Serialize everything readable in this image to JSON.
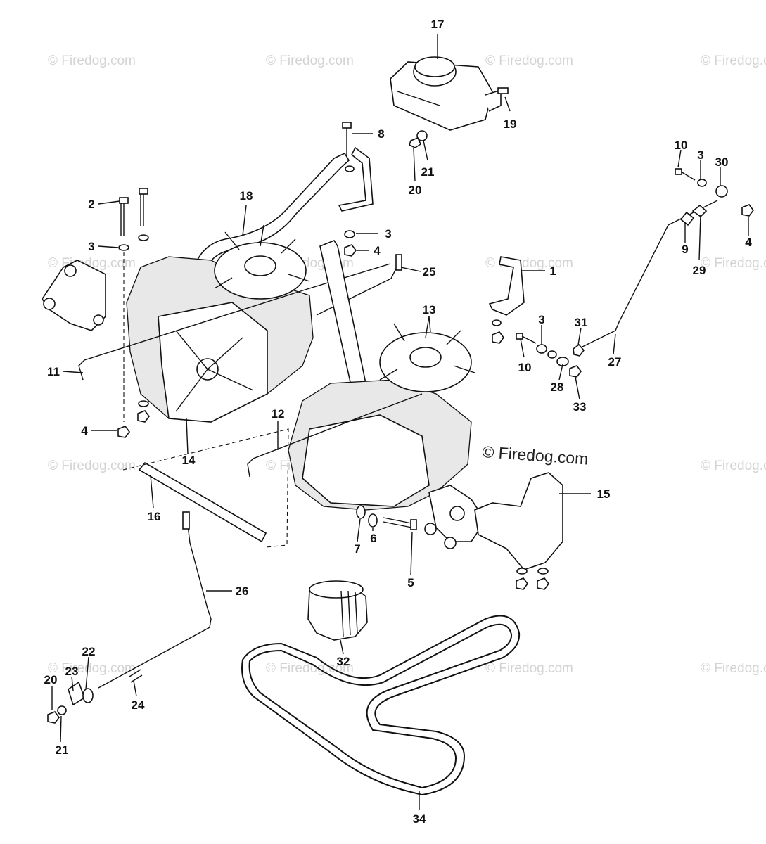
{
  "watermarks": {
    "text": "© Firedog.com",
    "main": "© Firedog.com"
  },
  "callouts": {
    "c1": "1",
    "c2": "2",
    "c3a": "3",
    "c3b": "3",
    "c3c": "3",
    "c3d": "3",
    "c4a": "4",
    "c4b": "4",
    "c4c": "4",
    "c5": "5",
    "c6": "6",
    "c7": "7",
    "c8": "8",
    "c9": "9",
    "c10a": "10",
    "c10b": "10",
    "c11": "11",
    "c12": "12",
    "c13": "13",
    "c14": "14",
    "c15": "15",
    "c16": "16",
    "c17": "17",
    "c18": "18",
    "c19": "19",
    "c20a": "20",
    "c20b": "20",
    "c21a": "21",
    "c21b": "21",
    "c22": "22",
    "c23": "23",
    "c24": "24",
    "c25": "25",
    "c26": "26",
    "c27": "27",
    "c28": "28",
    "c29": "29",
    "c30": "30",
    "c31": "31",
    "c32": "32",
    "c33": "33",
    "c34": "34"
  },
  "colors": {
    "line": "#111111",
    "watermark": "#d3d3d3",
    "background": "#ffffff"
  }
}
